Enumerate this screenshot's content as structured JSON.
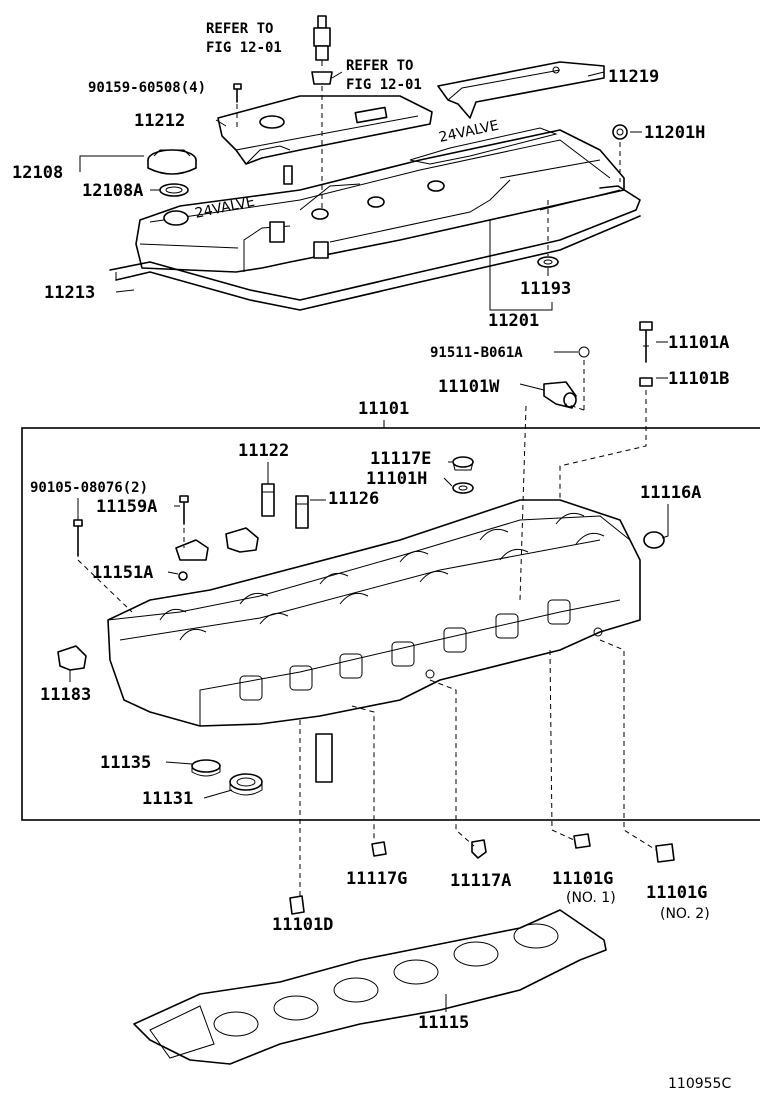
{
  "refer_notes": {
    "top": [
      "REFER TO",
      "FIG 12-01"
    ],
    "side": [
      "REFER TO",
      "FIG 12-01"
    ]
  },
  "labels": {
    "p90159": "90159-60508(4)",
    "p11212": "11212",
    "p11219": "11219",
    "p11201H": "11201H",
    "p12108": "12108",
    "p12108A": "12108A",
    "p11213": "11213",
    "p11193": "11193",
    "p11201": "11201",
    "p91511": "91511-B061A",
    "p11101A": "11101A",
    "p11101W": "11101W",
    "p11101B": "11101B",
    "p11101": "11101",
    "p11122": "11122",
    "p11117E": "11117E",
    "p11101H": "11101H",
    "p90105": "90105-08076(2)",
    "p11159A": "11159A",
    "p11126": "11126",
    "p11116A": "11116A",
    "p11151A": "11151A",
    "p11183": "11183",
    "p11135": "11135",
    "p11131": "11131",
    "p11117G": "11117G",
    "p11117A": "11117A",
    "p11101G1": "11101G",
    "p11101G2": "11101G",
    "p11101D": "11101D",
    "p11115": "11115"
  },
  "sub_notes": {
    "no1": "(NO. 1)",
    "no2": "(NO. 2)"
  },
  "cover_text": {
    "front": "24VALVE",
    "back": "24VALVE"
  },
  "figure_id": "110955C"
}
